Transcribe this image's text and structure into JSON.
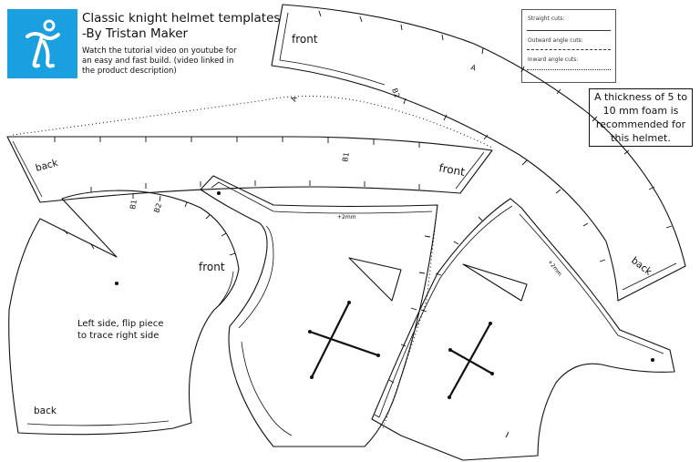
{
  "header": {
    "title_line1": "Classic knight helmet templates",
    "title_line2": "-By Tristan Maker",
    "desc_line1": "Watch the tutorial video on youtube for",
    "desc_line2": "an easy and fast build. (video linked in",
    "desc_line3": "the product description)"
  },
  "legend": {
    "straight": "Straight cuts:",
    "outward": "Outward angle cuts:",
    "inward": "Inward angle cuts:"
  },
  "note": {
    "text": "A thickness of 5 to 10 mm foam is recommended for this helmet."
  },
  "pieces": {
    "top_strip": {
      "front": "front",
      "mark_a": "A",
      "mark_b2": "B2"
    },
    "long_strip": {
      "back": "back",
      "front": "front",
      "mark_a": "A",
      "mark_b1": "B1"
    },
    "side_piece": {
      "mark_b1": "B1",
      "mark_b2": "B2",
      "front": "front",
      "back": "back",
      "instr_line1": "Left side, flip piece",
      "instr_line2": "to trace right side"
    },
    "visor_left": {
      "allowance": "+2mm"
    },
    "visor_right": {
      "allowance": "+2mm"
    },
    "right_strip": {
      "back": "back"
    }
  },
  "colors": {
    "logo_bg": "#1a9fe0",
    "ink": "#111111"
  }
}
